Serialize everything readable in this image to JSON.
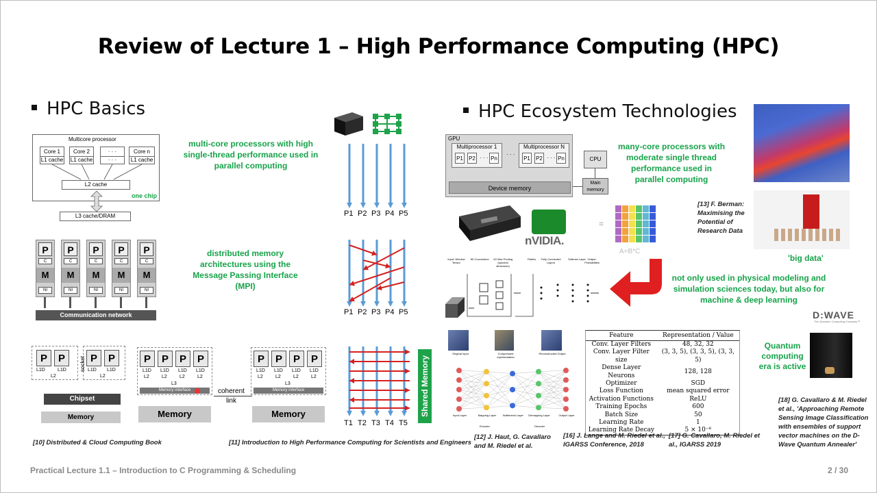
{
  "slide": {
    "title": "Review of Lecture 1 – High Performance Computing (HPC)",
    "footer_left": "Practical Lecture 1.1 – Introduction to C Programming & Scheduling",
    "page_number": "2 / 30"
  },
  "left": {
    "heading": "HPC Basics",
    "multicore": {
      "box_title": "Multicore processor",
      "cores": [
        "Core 1",
        "Core 2",
        "· · ·",
        "Core n"
      ],
      "l1": "L1 cache",
      "l1_dots": "· · ·",
      "l2": "L2 cache",
      "l3": "L3 cache/DRAM",
      "one_chip": "one chip",
      "caption": "multi-core processors with high single-thread performance used in parallel computing"
    },
    "distributed": {
      "p": "P",
      "c": "C",
      "m": "M",
      "ni": "NI",
      "network": "Communication network",
      "caption": "distributed memory architectures using the Message Passing Interface (MPI)"
    },
    "shared": {
      "p": "P",
      "l1": "L1D",
      "l2": "L2",
      "l3": "L3",
      "socket": "socket",
      "chipset": "Chipset",
      "memory": "Memory",
      "memory_interface": "Memory interface",
      "coherent": "coherent",
      "link": "link"
    },
    "processes": [
      "P1",
      "P2",
      "P3",
      "P4",
      "P5"
    ],
    "threads": [
      "T1",
      "T2",
      "T3",
      "T4",
      "T5"
    ],
    "shared_memory": "Shared Memory",
    "ref10": "[10] Distributed & Cloud Computing Book",
    "ref11": "[11] Introduction to High Performance Computing for Scientists and Engineers"
  },
  "right": {
    "heading": "HPC Ecosystem Technologies",
    "gpu": {
      "label": "GPU",
      "mp1": "Multiprocessor 1",
      "mpn": "Multiprocessor N",
      "p1": "P1",
      "p2": "P2",
      "pn": "Pn",
      "dots": "· · ·",
      "device_memory": "Device memory",
      "cpu": "CPU",
      "main_memory": "Main memory",
      "caption": "many-core processors with moderate single thread performance used in parallel computing"
    },
    "nvidia": "nVIDIA.",
    "matrix_label": "A=B*C",
    "equals": "=",
    "ref13": "[13] F. Berman: Maximising the Potential of Research Data",
    "big_data": "'big data'",
    "ml_caption": "not only used in physical modeling and simulation sciences today, but also for machine & deep learning",
    "cnn_labels": [
      "Input: Window Tensor",
      "3D Convolution",
      "1D Max Pooling (spectral dimension)",
      "Flatten",
      "Fully Connected Layers",
      "Softmax Layer",
      "Output: Probabilities"
    ],
    "ae_labels": [
      "Original Input",
      "Compressed representation",
      "Reconstructed Output"
    ],
    "ae_bottom": [
      "Input Layer",
      "Mapping Layer",
      "Bottleneck Layer",
      "Demapping Layer",
      "Output Layer"
    ],
    "ae_enc_dec": [
      "Encoder",
      "Decoder"
    ],
    "table": {
      "headers": [
        "Feature",
        "Representation / Value"
      ],
      "rows": [
        [
          "Conv. Layer Filters",
          "48, 32, 32"
        ],
        [
          "Conv. Layer Filter size",
          "(3, 3, 5), (3, 3, 5), (3, 3, 5)"
        ],
        [
          "Dense Layer Neurons",
          "128, 128"
        ],
        [
          "Optimizer",
          "SGD"
        ],
        [
          "Loss Function",
          "mean squared error"
        ],
        [
          "Activation Functions",
          "ReLU"
        ],
        [
          "Training Epochs",
          "600"
        ],
        [
          "Batch Size",
          "50"
        ],
        [
          "Learning Rate",
          "1"
        ],
        [
          "Learning Rate Decay",
          "5 × 10⁻⁶"
        ]
      ]
    },
    "dwave": "D:WAVE",
    "dwave_sub": "The Quantum Computing Company™",
    "quantum_caption": "Quantum computing era is active",
    "ref12": "[12] J. Haut, G. Cavallaro and M. Riedel et al.",
    "ref16": "[16] J. Lange and M. Riedel et al., IGARSS Conference, 2018",
    "ref17": "[17] G. Cavallaro, M. Riedel et al., IGARSS 2019",
    "ref18": "[18] G. Cavallaro & M. Riedel et al., 'Approaching Remote Sensing Image Classification with ensembles of support vector machines on the D-Wave Quantum Annealer'"
  },
  "colors": {
    "green": "#17a34a",
    "arrow_red": "#d42020",
    "line_blue": "#5b9bd5"
  }
}
